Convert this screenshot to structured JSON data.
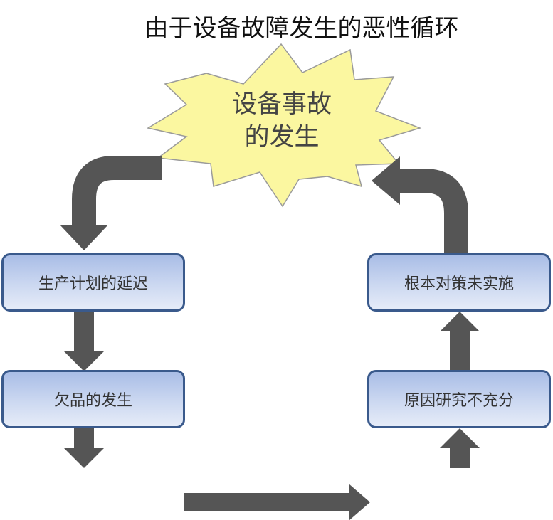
{
  "title": "由于设备故障发生的恶性循环",
  "burst": {
    "line1": "设备事故",
    "line2": "的发生"
  },
  "boxes": {
    "plan_delay": "生产计划的延迟",
    "defect": "欠品的发生",
    "no_countermeasure": "根本对策未实施",
    "insufficient_study": "原因研究不充分"
  },
  "colors": {
    "arrow": "#555555",
    "burst_fill": "#fbf7a0",
    "box_border": "#3a5a8c"
  }
}
